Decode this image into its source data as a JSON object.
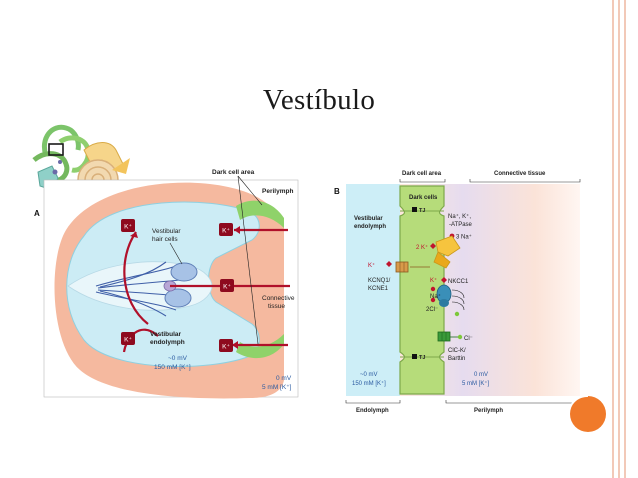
{
  "slide": {
    "title": "Vestíbulo",
    "accent_color": "#f07a2a",
    "border_color": "#f2c9b8"
  },
  "panel_a": {
    "letter": "A",
    "dark_cell_area": "Dark cell area",
    "perilymph": "Perilymph",
    "vestibular_hair_cells": [
      "Vestibular",
      "hair cells"
    ],
    "connective_tissue": [
      "Connective",
      "tissue"
    ],
    "vestibular_endolymph": [
      "Vestibular",
      "endolymph"
    ],
    "endolymph_potential": "~0 mV",
    "endolymph_k": "150 mM [K⁺]",
    "perilymph_potential": "0 mV",
    "perilymph_k": "5 mM [K⁺]",
    "k_label": "K⁺"
  },
  "panel_b": {
    "letter": "B",
    "dark_cell_area": "Dark cell area",
    "connective_tissue": "Connective tissue",
    "dark_cells": "Dark cells",
    "tj": "TJ",
    "vestibular_endolymph": [
      "Vestibular",
      "endolymph"
    ],
    "atpase": [
      "Na⁺, K⁺,",
      "-ATPase"
    ],
    "three_na": "3 Na⁺",
    "two_k": "2 K⁺",
    "k_plus": "K⁺",
    "kcnq": [
      "KCNQ1/",
      "KCNE1"
    ],
    "nkcc": "NKCC1",
    "na_plus": "Na⁺",
    "two_cl": "2Cl⁻",
    "cl_minus": "Cl⁻",
    "clc": [
      "ClC-K/",
      "Barttin"
    ],
    "endolymph_potential": "~0 mV",
    "endolymph_k": "150 mM [K⁺]",
    "perilymph_potential": "0 mV",
    "perilymph_k": "5 mM [K⁺]",
    "endolymph": "Endolymph",
    "perilymph": "Perilymph"
  }
}
